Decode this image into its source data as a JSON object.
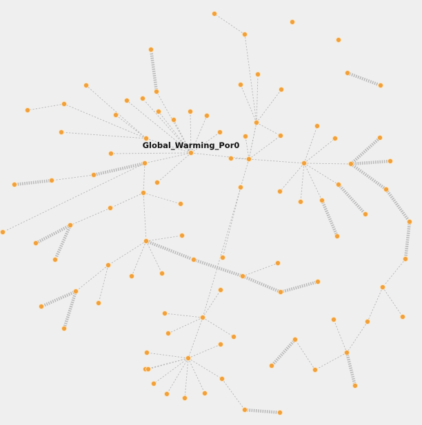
{
  "graph": {
    "labels": {
      "n0": "Global_Warming_Por0"
    },
    "colors": {
      "background": "#efefef",
      "node_fill": "#f2a039",
      "edge": "#b4b4b4"
    },
    "nodes": [
      "n0",
      "n1",
      "n2",
      "n3",
      "n4",
      "n5",
      "n6",
      "n7",
      "n8",
      "n9",
      "n10",
      "n11",
      "n12",
      "n13",
      "n14",
      "n15",
      "n16",
      "n17",
      "n18",
      "n19",
      "n20",
      "n21",
      "n22",
      "n23",
      "n24",
      "n25",
      "n26",
      "n27",
      "n28",
      "n29",
      "n30",
      "n31",
      "n32",
      "n33",
      "n34",
      "n35",
      "n36",
      "n37",
      "n38",
      "n39",
      "n40",
      "n41",
      "n42",
      "n43",
      "n44",
      "n45",
      "n46",
      "n47",
      "n48",
      "n49",
      "n50",
      "n51",
      "n52",
      "n53",
      "n54",
      "n55",
      "n56",
      "n57",
      "n58",
      "n59",
      "n60",
      "n61",
      "n62",
      "n63",
      "n64",
      "n65",
      "n66",
      "n67",
      "n68",
      "n69",
      "n70",
      "n71",
      "n72",
      "n73",
      "n74",
      "n75",
      "n76",
      "n77",
      "n78",
      "n79",
      "n80",
      "n81",
      "n82",
      "n83",
      "n84",
      "n85",
      "n86",
      "n87",
      "n88",
      "n89",
      "n90",
      "n91",
      "n92",
      "n93",
      "n94",
      "n95",
      "n96",
      "n97",
      "n98",
      "n99",
      "n100"
    ],
    "edges": [
      {
        "source": "n0",
        "target": "n1",
        "weight": "thin"
      },
      {
        "source": "n0",
        "target": "n2",
        "weight": "thin"
      },
      {
        "source": "n0",
        "target": "n3",
        "weight": "thin"
      },
      {
        "source": "n0",
        "target": "n4",
        "weight": "thin"
      },
      {
        "source": "n0",
        "target": "n5",
        "weight": "thin"
      },
      {
        "source": "n0",
        "target": "n6",
        "weight": "thin"
      },
      {
        "source": "n0",
        "target": "n7",
        "weight": "thin"
      },
      {
        "source": "n0",
        "target": "n9",
        "weight": "thin"
      },
      {
        "source": "n9",
        "target": "n8",
        "weight": "thick"
      },
      {
        "source": "n0",
        "target": "n10",
        "weight": "thin"
      },
      {
        "source": "n10",
        "target": "n11",
        "weight": "thin"
      },
      {
        "source": "n10",
        "target": "n12",
        "weight": "thin"
      },
      {
        "source": "n10",
        "target": "n13",
        "weight": "thin"
      },
      {
        "source": "n13",
        "target": "n14",
        "weight": "thin"
      },
      {
        "source": "n10",
        "target": "n15",
        "weight": "thin"
      },
      {
        "source": "n0",
        "target": "n16",
        "weight": "thin"
      },
      {
        "source": "n0",
        "target": "n17",
        "weight": "thin"
      },
      {
        "source": "n0",
        "target": "n18",
        "weight": "thin"
      },
      {
        "source": "n18",
        "target": "n19",
        "weight": "thick"
      },
      {
        "source": "n19",
        "target": "n20",
        "weight": "thin"
      },
      {
        "source": "n20",
        "target": "n21",
        "weight": "thick"
      },
      {
        "source": "n18",
        "target": "n22",
        "weight": "thin"
      },
      {
        "source": "n18",
        "target": "n23",
        "weight": "thin"
      },
      {
        "source": "n23",
        "target": "n24",
        "weight": "thin"
      },
      {
        "source": "n23",
        "target": "n25",
        "weight": "thin"
      },
      {
        "source": "n25",
        "target": "n26",
        "weight": "thin"
      },
      {
        "source": "n26",
        "target": "n27",
        "weight": "thick"
      },
      {
        "source": "n26",
        "target": "n28",
        "weight": "thick"
      },
      {
        "source": "n23",
        "target": "n29",
        "weight": "thin"
      },
      {
        "source": "n29",
        "target": "n30",
        "weight": "thin"
      },
      {
        "source": "n29",
        "target": "n31",
        "weight": "thin"
      },
      {
        "source": "n29",
        "target": "n32",
        "weight": "thin"
      },
      {
        "source": "n32",
        "target": "n33",
        "weight": "thin"
      },
      {
        "source": "n32",
        "target": "n34",
        "weight": "thin"
      },
      {
        "source": "n34",
        "target": "n35",
        "weight": "thick"
      },
      {
        "source": "n34",
        "target": "n36",
        "weight": "thick"
      },
      {
        "source": "n29",
        "target": "n37",
        "weight": "thin"
      },
      {
        "source": "n29",
        "target": "n38",
        "weight": "thick"
      },
      {
        "source": "n38",
        "target": "n39",
        "weight": "thick"
      },
      {
        "source": "n39",
        "target": "n40",
        "weight": "thin"
      },
      {
        "source": "n39",
        "target": "n41",
        "weight": "thick"
      },
      {
        "source": "n41",
        "target": "n42",
        "weight": "thick"
      },
      {
        "source": "n0",
        "target": "n43",
        "weight": "thin"
      },
      {
        "source": "n43",
        "target": "n44",
        "weight": "thin"
      },
      {
        "source": "n43",
        "target": "n45",
        "weight": "thin"
      },
      {
        "source": "n43",
        "target": "n46",
        "weight": "thin"
      },
      {
        "source": "n43",
        "target": "n47",
        "weight": "thin"
      },
      {
        "source": "n47",
        "target": "n48",
        "weight": "thin"
      },
      {
        "source": "n47",
        "target": "n49",
        "weight": "thin"
      },
      {
        "source": "n47",
        "target": "n50",
        "weight": "thin"
      },
      {
        "source": "n47",
        "target": "n51",
        "weight": "thin"
      },
      {
        "source": "n51",
        "target": "n52",
        "weight": "thin"
      },
      {
        "source": "n47",
        "target": "n53",
        "weight": "thin"
      },
      {
        "source": "n43",
        "target": "n54",
        "weight": "thin"
      },
      {
        "source": "n54",
        "target": "n55",
        "weight": "thin"
      },
      {
        "source": "n54",
        "target": "n56",
        "weight": "thin"
      },
      {
        "source": "n54",
        "target": "n57",
        "weight": "thin"
      },
      {
        "source": "n54",
        "target": "n58",
        "weight": "thin"
      },
      {
        "source": "n54",
        "target": "n59",
        "weight": "thin"
      },
      {
        "source": "n59",
        "target": "n60",
        "weight": "thick"
      },
      {
        "source": "n54",
        "target": "n61",
        "weight": "thin"
      },
      {
        "source": "n61",
        "target": "n62",
        "weight": "thick"
      },
      {
        "source": "n54",
        "target": "n63",
        "weight": "thin"
      },
      {
        "source": "n63",
        "target": "n64",
        "weight": "thick"
      },
      {
        "source": "n63",
        "target": "n65",
        "weight": "thick"
      },
      {
        "source": "n65",
        "target": "n66",
        "weight": "thick"
      },
      {
        "source": "n66",
        "target": "n67",
        "weight": "thick"
      },
      {
        "source": "n63",
        "target": "n68",
        "weight": "thick"
      },
      {
        "source": "n67",
        "target": "n69",
        "weight": "thin"
      },
      {
        "source": "n69",
        "target": "n70",
        "weight": "thin"
      },
      {
        "source": "n69",
        "target": "n71",
        "weight": "thin"
      },
      {
        "source": "n71",
        "target": "n72",
        "weight": "thin"
      },
      {
        "source": "n72",
        "target": "n73",
        "weight": "thin"
      },
      {
        "source": "n72",
        "target": "n74",
        "weight": "thick"
      },
      {
        "source": "n72",
        "target": "n75",
        "weight": "thin"
      },
      {
        "source": "n75",
        "target": "n76",
        "weight": "thin"
      },
      {
        "source": "n76",
        "target": "n77",
        "weight": "thick"
      },
      {
        "source": "n43",
        "target": "n78",
        "weight": "thin"
      },
      {
        "source": "n78",
        "target": "n79",
        "weight": "thin"
      },
      {
        "source": "n79",
        "target": "n80",
        "weight": "thin"
      },
      {
        "source": "n80",
        "target": "n81",
        "weight": "thin"
      },
      {
        "source": "n80",
        "target": "n82",
        "weight": "thin"
      },
      {
        "source": "n80",
        "target": "n83",
        "weight": "thin"
      },
      {
        "source": "n80",
        "target": "n84",
        "weight": "thin"
      },
      {
        "source": "n80",
        "target": "n85",
        "weight": "thin"
      },
      {
        "source": "n80",
        "target": "n86",
        "weight": "thin"
      },
      {
        "source": "n80",
        "target": "n87",
        "weight": "thin"
      },
      {
        "source": "n80",
        "target": "n88",
        "weight": "thin"
      },
      {
        "source": "n80",
        "target": "n89",
        "weight": "thin"
      },
      {
        "source": "n89",
        "target": "n90",
        "weight": "thin"
      },
      {
        "source": "n90",
        "target": "n91",
        "weight": "thick"
      },
      {
        "source": "n79",
        "target": "n92",
        "weight": "thin"
      },
      {
        "source": "n79",
        "target": "n93",
        "weight": "thin"
      },
      {
        "source": "n79",
        "target": "n94",
        "weight": "thin"
      },
      {
        "source": "n79",
        "target": "n95",
        "weight": "thin"
      },
      {
        "source": "n78",
        "target": "n96",
        "weight": "thin"
      },
      {
        "source": "n43",
        "target": "n97",
        "weight": "thin"
      }
    ]
  }
}
